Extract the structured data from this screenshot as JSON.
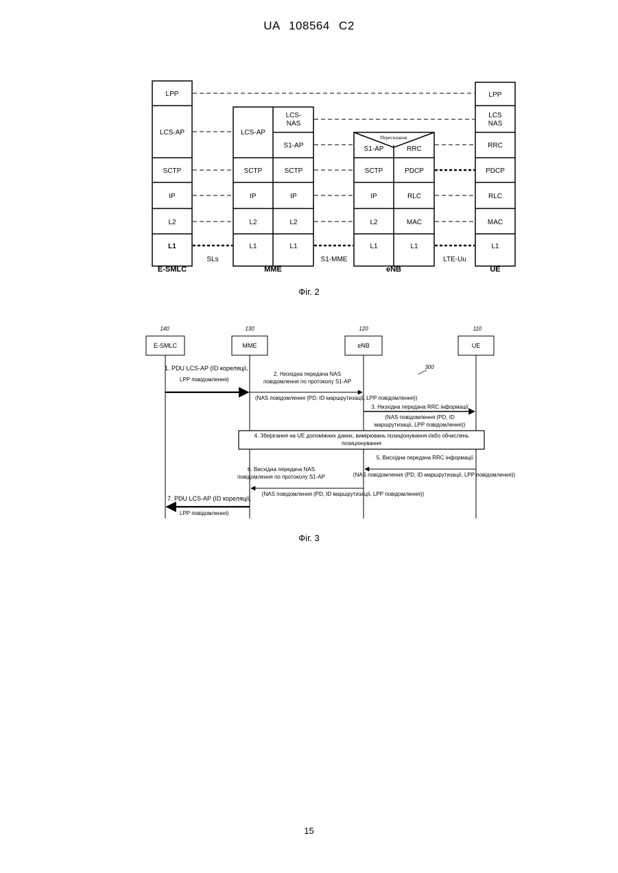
{
  "header": "UA   108564   C2",
  "page_number": "15",
  "fig2": {
    "caption": "Фіг. 2",
    "esmlc": {
      "label": "E-SMLC",
      "layers": [
        "LPP",
        "LCS-AP",
        "SCTP",
        "IP",
        "L2",
        "L1"
      ]
    },
    "mme": {
      "label": "MME",
      "lcs_ap": "LCS-AP",
      "lcs_nas": "LCS-\nNAS",
      "s1ap": "S1-AP",
      "sctp": [
        "SCTP",
        "SCTP"
      ],
      "ip": [
        "IP",
        "IP"
      ],
      "l2": [
        "L2",
        "L2"
      ],
      "l1": [
        "L1",
        "L1"
      ]
    },
    "enb": {
      "label": "eNB",
      "relay": "Пересилання",
      "s1ap": "S1-AP",
      "rrc": "RRC",
      "rows": [
        [
          "SCTP",
          "PDCP"
        ],
        [
          "IP",
          "RLC"
        ],
        [
          "L2",
          "MAC"
        ],
        [
          "L1",
          "L1"
        ]
      ]
    },
    "ue": {
      "label": "UE",
      "layers": [
        "LPP",
        "LCS\nNAS",
        "RRC",
        "PDCP",
        "RLC",
        "MAC",
        "L1"
      ]
    },
    "interfaces": {
      "sls": "SLs",
      "s1mme": "S1-MME",
      "lteuu": "LTE-Uu"
    }
  },
  "fig3": {
    "caption": "Фіг. 3",
    "entities": [
      {
        "ref": "140",
        "name": "E-SMLC"
      },
      {
        "ref": "130",
        "name": "MME"
      },
      {
        "ref": "120",
        "name": "eNB"
      },
      {
        "ref": "110",
        "name": "UE"
      }
    ],
    "diagram_ref": "300",
    "messages": [
      {
        "line1": "1. PDU LCS-AP (ID кореляції,",
        "line2": "LPP повідомлення)"
      },
      {
        "line1": "2. Низхідна передача NAS",
        "line2": "повідомлення по протоколу S1-AP",
        "line3": "(NAS повідомлення (PD, ID маршрутизації, LPP повідомлення))"
      },
      {
        "line1": "3. Низхідна передача RRC інформації",
        "line2": "(NAS повідомлення (PD, ID",
        "line3": "маршрутизації, LPP повідомлення))"
      },
      {
        "line1": "4. Зберігання на UE допоміжних даних, вимірювань позиціонування і/або обчислень",
        "line2": "позиціонування"
      },
      {
        "line1": "5. Висхідна передача RRC інформації",
        "line2": "(NAS повідомлення (PD, ID маршрутизації, LPP повідомлення))"
      },
      {
        "line1": "6. Висхідна передача NAS",
        "line2": "повідомлення по протоколу S1-AP",
        "line3": "(NAS повідомлення (PD, ID маршрутизації, LPP повідомлення))"
      },
      {
        "line1": "7. PDU LCS-AP (ID кореляції,",
        "line2": "LPP повідомлення)"
      }
    ]
  }
}
